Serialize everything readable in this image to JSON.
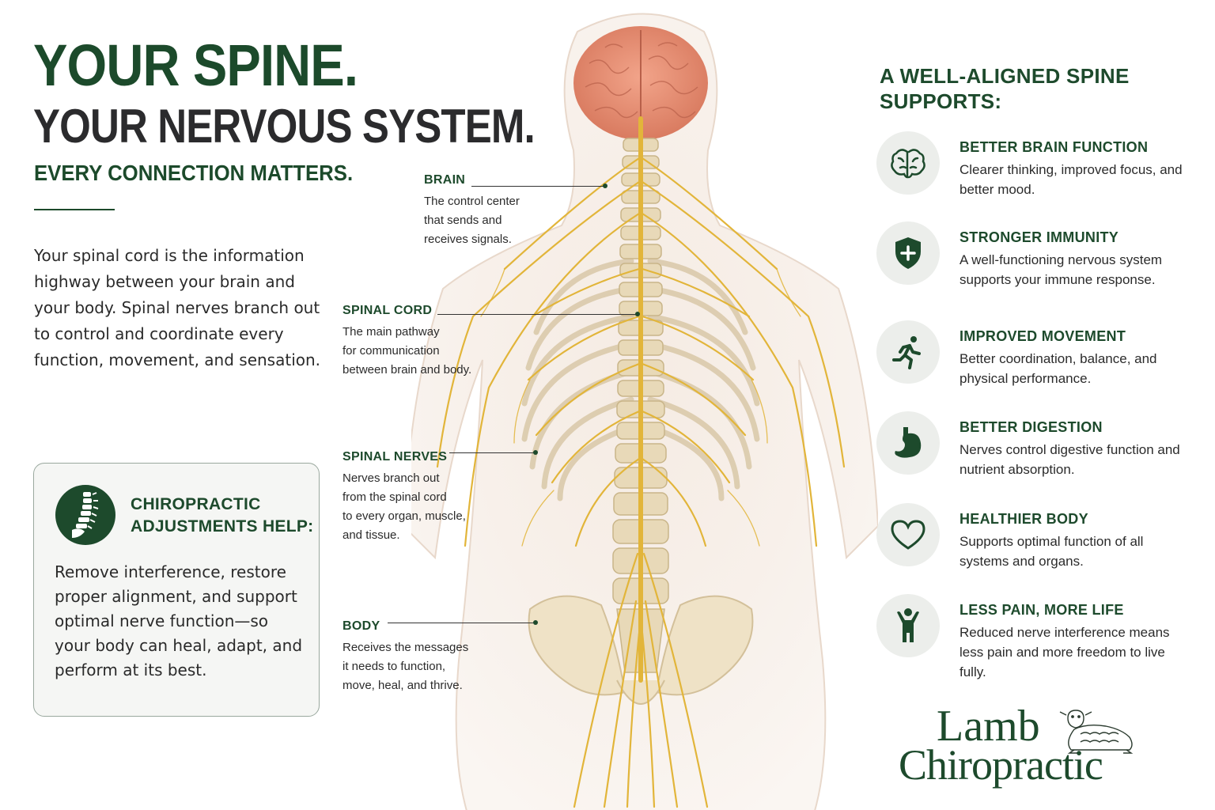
{
  "header": {
    "line1": "YOUR SPINE.",
    "line2": "YOUR NERVOUS SYSTEM.",
    "line3": "EVERY CONNECTION MATTERS."
  },
  "intro": {
    "text": "Your spinal cord is the information highway between your brain and your body. Spinal nerves branch out to control and coordinate every function, movement, and sensation."
  },
  "chiro_box": {
    "title_line1": "CHIROPRACTIC",
    "title_line2": "ADJUSTMENTS HELP:",
    "text": "Remove interference, restore proper alignment, and support optimal nerve function—so your body can heal, adapt, and perform at its best.",
    "icon": "spine-icon"
  },
  "callouts": [
    {
      "title": "BRAIN",
      "text_lines": [
        "The control center",
        "that sends and",
        "receives signals."
      ]
    },
    {
      "title": "SPINAL CORD",
      "text_lines": [
        "The main pathway",
        "for communication",
        "between brain and body."
      ]
    },
    {
      "title": "SPINAL NERVES",
      "text_lines": [
        "Nerves branch out",
        "from the spinal cord",
        "to every organ, muscle,",
        "and tissue."
      ]
    },
    {
      "title": "BODY",
      "text_lines": [
        "Receives the messages",
        "it needs to function,",
        "move, heal, and thrive."
      ]
    }
  ],
  "benefits_heading": "A WELL-ALIGNED SPINE SUPPORTS:",
  "benefits": [
    {
      "title": "BETTER BRAIN FUNCTION",
      "text": "Clearer thinking, improved focus, and better mood.",
      "icon": "brain-icon"
    },
    {
      "title": "STRONGER IMMUNITY",
      "text": "A well-functioning nervous system supports your immune response.",
      "icon": "shield-icon"
    },
    {
      "title": "IMPROVED MOVEMENT",
      "text": "Better coordination, balance, and physical performance.",
      "icon": "runner-icon"
    },
    {
      "title": "BETTER DIGESTION",
      "text": "Nerves control digestive function and nutrient absorption.",
      "icon": "stomach-icon"
    },
    {
      "title": "HEALTHIER BODY",
      "text": "Supports optimal function of all systems and organs.",
      "icon": "heart-icon"
    },
    {
      "title": "LESS PAIN, MORE LIFE",
      "text": "Reduced nerve interference means less pain and more freedom to live fully.",
      "icon": "person-arms-up-icon"
    }
  ],
  "logo": {
    "line1": "Lamb",
    "line2": "Chiropractic",
    "icon": "lamb-icon"
  },
  "colors": {
    "brand_green": "#1d4a2c",
    "headline_gray": "#2b2b2d",
    "nerve_yellow": "#e2b53a",
    "brain_pink": "#e9957a",
    "icon_circle": "#eceeeb"
  }
}
